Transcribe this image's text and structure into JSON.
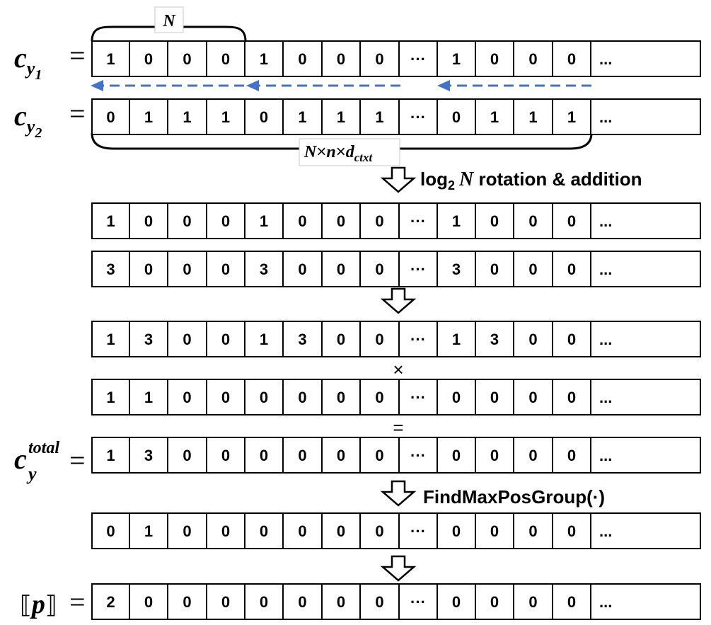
{
  "rows": [
    {
      "id": "cy1",
      "cells": [
        "1",
        "0",
        "0",
        "0",
        "1",
        "0",
        "0",
        "0",
        "···",
        "1",
        "0",
        "0",
        "0",
        "..."
      ]
    },
    {
      "id": "cy2",
      "cells": [
        "0",
        "1",
        "1",
        "1",
        "0",
        "1",
        "1",
        "1",
        "···",
        "0",
        "1",
        "1",
        "1",
        "..."
      ]
    },
    {
      "id": "r3",
      "cells": [
        "1",
        "0",
        "0",
        "0",
        "1",
        "0",
        "0",
        "0",
        "···",
        "1",
        "0",
        "0",
        "0",
        "..."
      ]
    },
    {
      "id": "r4",
      "cells": [
        "3",
        "0",
        "0",
        "0",
        "3",
        "0",
        "0",
        "0",
        "···",
        "3",
        "0",
        "0",
        "0",
        "..."
      ]
    },
    {
      "id": "r5",
      "cells": [
        "1",
        "3",
        "0",
        "0",
        "1",
        "3",
        "0",
        "0",
        "···",
        "1",
        "3",
        "0",
        "0",
        "..."
      ]
    },
    {
      "id": "mask",
      "cells": [
        "1",
        "1",
        "0",
        "0",
        "0",
        "0",
        "0",
        "0",
        "···",
        "0",
        "0",
        "0",
        "0",
        "..."
      ]
    },
    {
      "id": "total",
      "cells": [
        "1",
        "3",
        "0",
        "0",
        "0",
        "0",
        "0",
        "0",
        "···",
        "0",
        "0",
        "0",
        "0",
        "..."
      ]
    },
    {
      "id": "r8",
      "cells": [
        "0",
        "1",
        "0",
        "0",
        "0",
        "0",
        "0",
        "0",
        "···",
        "0",
        "0",
        "0",
        "0",
        "..."
      ]
    },
    {
      "id": "p",
      "cells": [
        "2",
        "0",
        "0",
        "0",
        "0",
        "0",
        "0",
        "0",
        "···",
        "0",
        "0",
        "0",
        "0",
        "..."
      ]
    }
  ],
  "labels": {
    "cy1": {
      "base": "c",
      "sub": "y",
      "subsub": "1",
      "eq": "="
    },
    "cy2": {
      "base": "c",
      "sub": "y",
      "subsub": "2",
      "eq": "="
    },
    "total": {
      "base": "c",
      "sup": "total",
      "sub": "y",
      "eq": "="
    },
    "p": {
      "open": "⟦",
      "var": "p",
      "close": "⟧",
      "eq": "="
    }
  },
  "brace_top_label": "N",
  "brace_bottom_label": {
    "a": "N",
    "times1": "×",
    "b": "n",
    "times2": "×",
    "c": "d",
    "sub": "ctxt"
  },
  "steps": {
    "rotation": {
      "log": "log",
      "sub": "2",
      "var": "N",
      "rest": " rotation & addition"
    },
    "find_max": "FindMaxPosGroup(·)"
  },
  "operators": {
    "times": "×",
    "equals": "="
  },
  "colors": {
    "arrow_dashed": "#4472C4",
    "cell_border": "#000000",
    "brace": "#000000"
  }
}
